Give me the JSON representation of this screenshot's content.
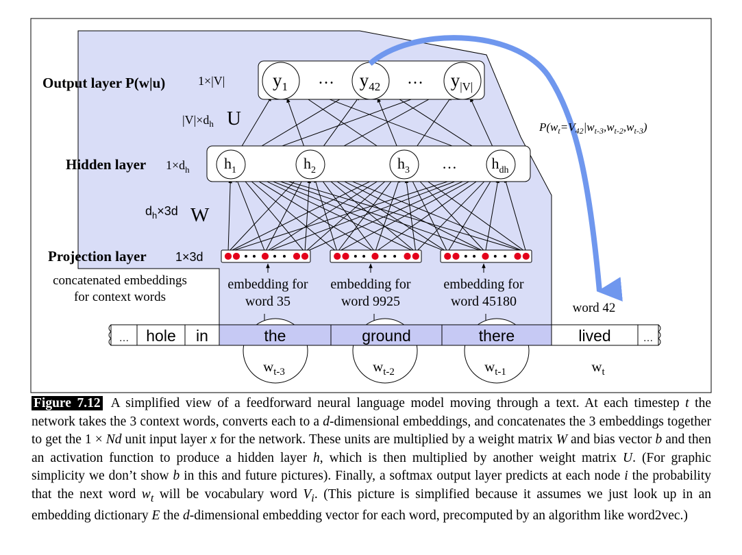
{
  "layers": {
    "output": {
      "label": "Output layer P(w|u)",
      "dim": "1×|V|"
    },
    "hidden": {
      "label": "Hidden layer",
      "dim": "1×d",
      "dim_sub": "h"
    },
    "projection": {
      "label": "Projection layer",
      "dim": "1×3d"
    }
  },
  "weights": {
    "U": {
      "dim_pre": "|V|×d",
      "dim_sub": "h",
      "name": "U"
    },
    "W": {
      "dim_pre": "d",
      "dim_sub": "h",
      "dim_post": "×3d",
      "name": "W"
    }
  },
  "output_nodes": [
    {
      "main": "y",
      "sub": "1"
    },
    {
      "main": "y",
      "sub": "42"
    },
    {
      "main": "y",
      "sub": "|V|"
    }
  ],
  "hidden_nodes": [
    {
      "main": "h",
      "sub": "1"
    },
    {
      "main": "h",
      "sub": "2"
    },
    {
      "main": "h",
      "sub": "3"
    },
    {
      "main": "h",
      "sub": "dh"
    }
  ],
  "ellipsis": "…",
  "concat_note": {
    "line1": "concatenated embeddings",
    "line2": "for context words"
  },
  "embedding_labels": [
    {
      "line1": "embedding for",
      "line2": "word 35"
    },
    {
      "line1": "embedding for",
      "line2": "word 9925"
    },
    {
      "line1": "embedding for",
      "line2": "word 45180"
    }
  ],
  "target_label": "word 42",
  "probability": {
    "p": "P(w",
    "t": "t",
    "eq": "=V",
    "v": "42",
    "bar": "|w",
    "t3": "t-3",
    "comma1": ",w",
    "t2": "t-2",
    "comma2": ",w",
    "t3b": "t-3",
    "close": ")"
  },
  "tokens": [
    "…",
    "hole",
    "in",
    "the",
    "ground",
    "there",
    "lived",
    "…"
  ],
  "context_words": [
    {
      "main": "w",
      "sub": "t-3"
    },
    {
      "main": "w",
      "sub": "t-2"
    },
    {
      "main": "w",
      "sub": "t-1"
    }
  ],
  "target_word": {
    "main": "w",
    "sub": "t"
  },
  "caption": {
    "label": "Figure 7.12",
    "p1": "A simplified view of a feedforward neural language model moving through a text. At each timestep ",
    "t": "t",
    "p2": " the network takes the 3 context words, converts each to a ",
    "d1": "d",
    "p3": "-dimensional embeddings, and concatenates the 3 embeddings together to get the 1 × ",
    "nd": "Nd",
    "p4": " unit input layer ",
    "x": "x",
    "p5": " for the network. These units are multiplied by a weight matrix ",
    "W": "W",
    "p6": " and bias vector ",
    "b1": "b",
    "p7": " and then an activation function to produce a hidden layer ",
    "h": "h",
    "p8": ", which is then multiplied by another weight matrix ",
    "U": "U",
    "p9": ". (For graphic simplicity we don’t show ",
    "b2": "b",
    "p10": " in this and future pictures). Finally, a softmax output layer predicts at each node ",
    "i": "i",
    "p11": " the probability that the next word ",
    "wt": "w",
    "wt_sub": "t",
    "p12": " will be vocabulary word ",
    "vi": "V",
    "vi_sub": "i",
    "p13": ". (This picture is simplified because it assumes we just look up in an embedding dictionary ",
    "E": "E",
    "p14": " the ",
    "d2": "d",
    "p15": "-dimensional embedding vector for each word, precomputed by an algorithm like word2vec.)"
  }
}
